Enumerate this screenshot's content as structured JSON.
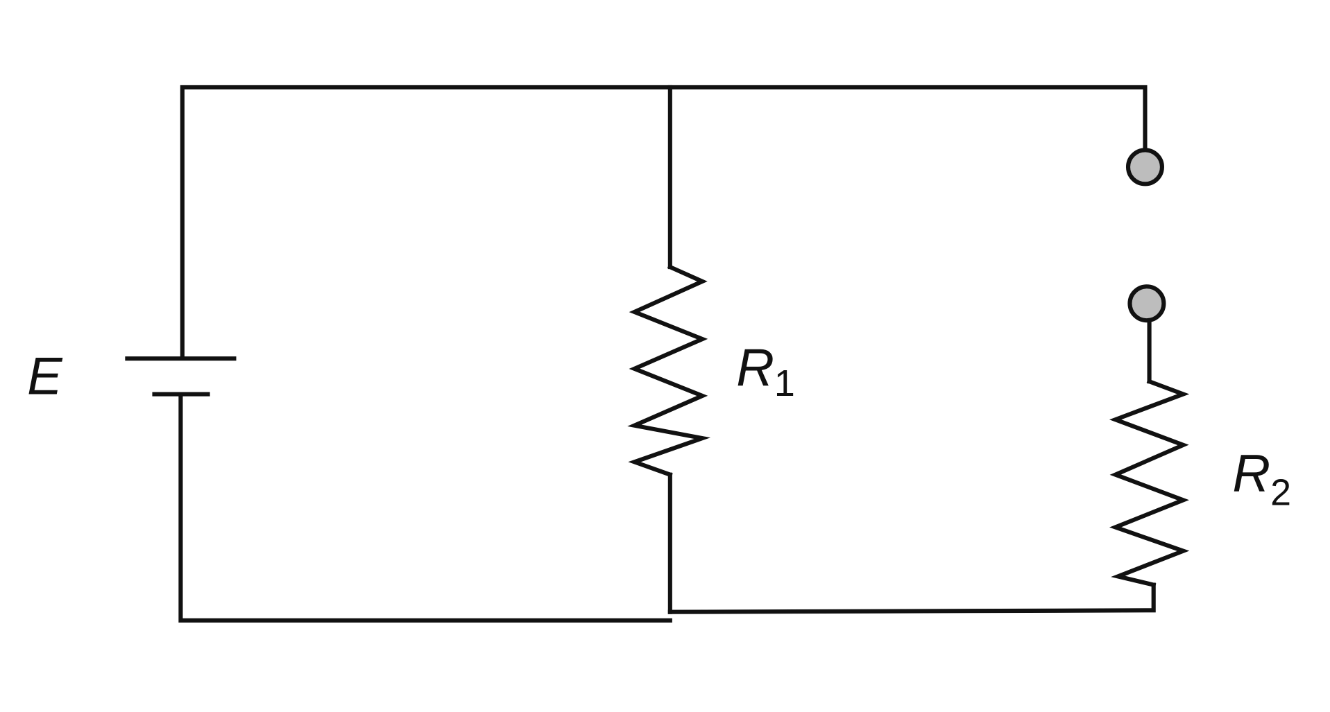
{
  "diagram": {
    "type": "circuit",
    "battery_label": "E",
    "resistor1": {
      "letter": "R",
      "subscript": "1"
    },
    "resistor2": {
      "letter": "R",
      "subscript": "2"
    },
    "colors": {
      "wire": "#111111",
      "terminal": "#bdbdbd",
      "background": "#ffffff"
    }
  }
}
